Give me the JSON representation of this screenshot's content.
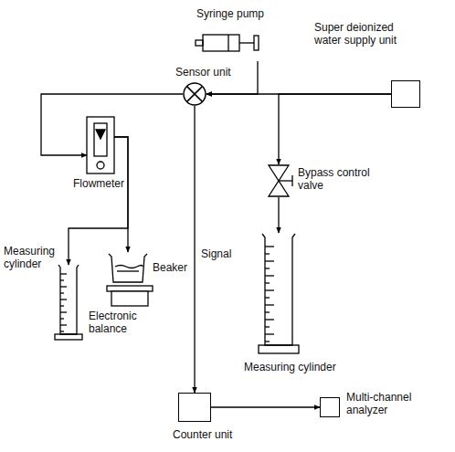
{
  "diagram": {
    "nodes": [
      {
        "text": [
          "Syringe pump"
        ]
      },
      {
        "text": [
          "Super deionized water supply unit"
        ]
      },
      {
        "text": [
          "Sensor unit"
        ]
      },
      {
        "text": [
          "Bypass control valve"
        ]
      },
      {
        "text": [
          "Flowmeter"
        ]
      },
      {
        "text": [
          "Measuring cylinder"
        ]
      },
      {
        "text": [
          "Beaker"
        ]
      },
      {
        "text": [
          "Electronic balance"
        ]
      },
      {
        "text": [
          "Measuring cylinder"
        ]
      },
      {
        "text": [
          "Counter unit"
        ]
      },
      {
        "text": [
          "Multi-channel analyzer"
        ]
      }
    ],
    "edges": [
      {
        "from": 0,
        "to": 2,
        "arrow": "to"
      },
      {
        "from": 1,
        "to": 2,
        "arrow": "to"
      },
      {
        "from": 1,
        "to": 3,
        "arrow": "to"
      },
      {
        "from": 3,
        "to": 8,
        "arrow": "to"
      },
      {
        "from": 2,
        "to": 4,
        "arrow": "to"
      },
      {
        "from": 4,
        "to": 5,
        "arrow": "to"
      },
      {
        "from": 4,
        "to": 6,
        "arrow": "to"
      },
      {
        "from": 2,
        "to": 9,
        "label": "Signal",
        "arrow": "to"
      },
      {
        "from": 9,
        "to": 10,
        "arrow": "to"
      }
    ]
  }
}
